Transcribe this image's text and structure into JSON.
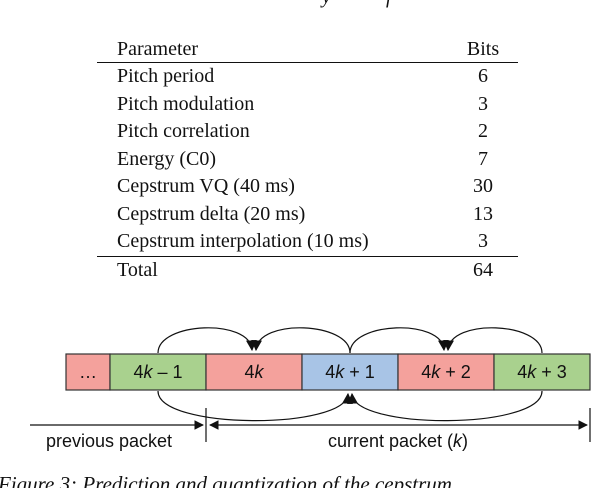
{
  "caption_top_fragments": [
    "y",
    "f"
  ],
  "table": {
    "headers": [
      "Parameter",
      "Bits"
    ],
    "rows": [
      {
        "param": "Pitch period",
        "bits": "6"
      },
      {
        "param": "Pitch modulation",
        "bits": "3"
      },
      {
        "param": "Pitch correlation",
        "bits": "2"
      },
      {
        "param": "Energy (C0)",
        "bits": "7"
      },
      {
        "param": "Cepstrum VQ (40 ms)",
        "bits": "30"
      },
      {
        "param": "Cepstrum delta (20 ms)",
        "bits": "13"
      },
      {
        "param": "Cepstrum interpolation (10 ms)",
        "bits": "3"
      }
    ],
    "total": {
      "param": "Total",
      "bits": "64"
    }
  },
  "diagram": {
    "frames": [
      {
        "label": "…",
        "color": "#f4a19c"
      },
      {
        "label": "4k – 1",
        "color": "#a9d18e"
      },
      {
        "label": "4k",
        "color": "#f4a19c"
      },
      {
        "label": "4k + 1",
        "color": "#a8c4e6"
      },
      {
        "label": "4k + 2",
        "color": "#f4a19c"
      },
      {
        "label": "4k + 3",
        "color": "#a9d18e"
      }
    ],
    "previous_label": "previous packet",
    "current_label_prefix": "current packet (",
    "current_label_var": "k",
    "current_label_suffix": ")"
  },
  "caption_bottom": "Figure 3:  Prediction and quantization of the cepstrum ..."
}
